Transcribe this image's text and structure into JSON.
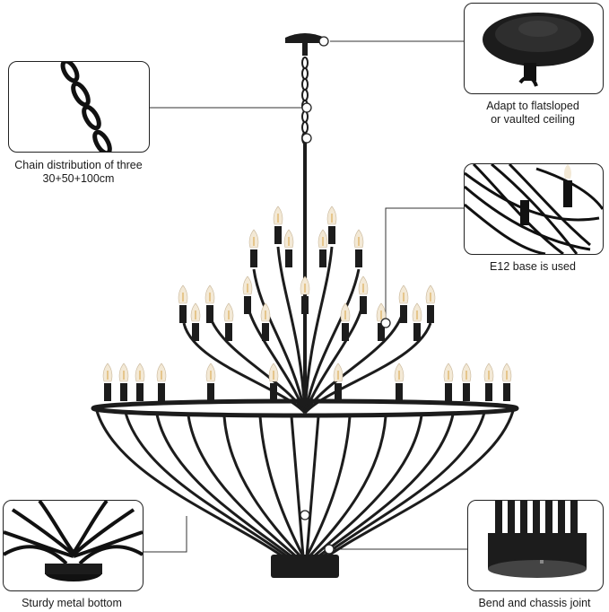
{
  "callouts": {
    "chain": {
      "caption_line1": "Chain distribution of three",
      "caption_line2": "30+50+100cm",
      "icon": "chain-closeup"
    },
    "canopy": {
      "caption_line1": "Adapt to flatsloped",
      "caption_line2": "or vaulted ceiling",
      "icon": "ceiling-canopy-closeup"
    },
    "base": {
      "caption": "E12 base is used",
      "icon": "candle-socket-closeup"
    },
    "bottom": {
      "caption": "Sturdy metal bottom",
      "icon": "metal-bottom-closeup"
    },
    "joint": {
      "caption": "Bend and chassis joint",
      "icon": "chassis-joint-closeup"
    }
  },
  "colors": {
    "metal": "#1c1c1c",
    "bulb": "#f3e9d6",
    "filament": "#d9a441",
    "frame": "#222222"
  }
}
